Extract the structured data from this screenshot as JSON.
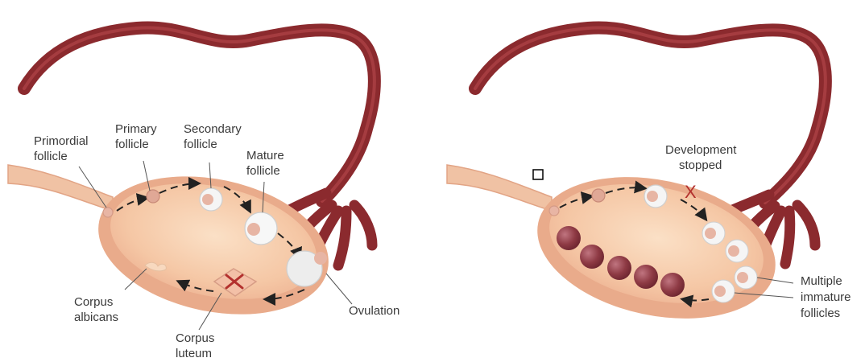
{
  "colors": {
    "tube": "#8b2a2e",
    "tube_highlight": "#b84a4c",
    "ovary_fill": "#f6cba8",
    "ovary_rim": "#e2a485",
    "ligament": "#f0c2a4",
    "follicle_ring": "#f5f5f5",
    "follicle_core": "#e7b5a4",
    "immature_follicle": "#8e3a44",
    "corpus_luteum": "#b3302d",
    "arrow": "#222222",
    "label": "#3a3a3a"
  },
  "left_panel": {
    "labels": {
      "primordial": [
        "Primordial",
        "follicle"
      ],
      "primary": [
        "Primary",
        "follicle"
      ],
      "secondary": [
        "Secondary",
        "follicle"
      ],
      "mature": [
        "Mature",
        "follicle"
      ],
      "ovulation": [
        "Ovulation"
      ],
      "corpus_albicans": [
        "Corpus",
        "albicans"
      ],
      "corpus_luteum": [
        "Corpus",
        "luteum"
      ]
    }
  },
  "right_panel": {
    "labels": {
      "development_stopped": [
        "Development",
        "stopped"
      ],
      "multiple_immature": [
        "Multiple",
        "immature",
        "follicles"
      ]
    },
    "stopped_mark": "X",
    "checkbox_icon": "square-outline"
  }
}
